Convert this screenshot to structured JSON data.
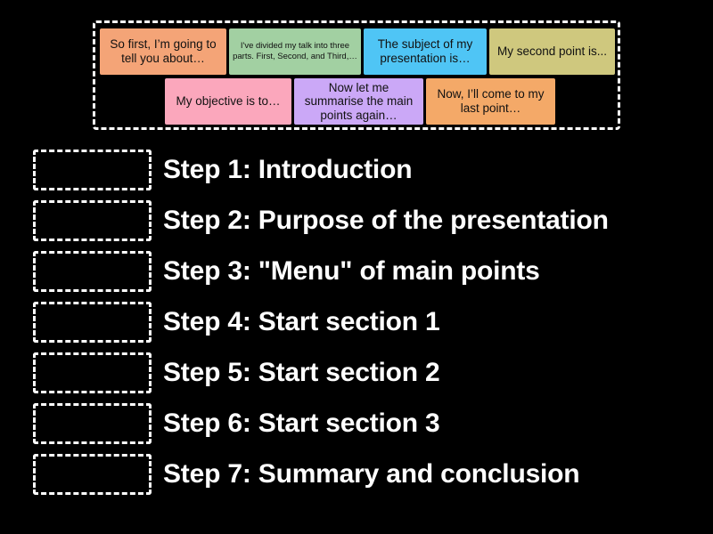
{
  "page": {
    "background_color": "#000000",
    "text_color": "#ffffff",
    "activity_type": "drag-and-drop-match-up"
  },
  "tile_bank": {
    "border_color": "#ffffff",
    "rows": [
      {
        "tiles": [
          {
            "id": "tile-1",
            "label": "So first, I’m going to tell you about…",
            "color": "#F4A477",
            "text_size": "normal"
          },
          {
            "id": "tile-2",
            "label": "I've divided my talk into three parts. First,   Second,   and Third,…",
            "color": "#A2D0A2",
            "text_size": "small"
          },
          {
            "id": "tile-3",
            "label": "The subject of my presentation is…",
            "color": "#4FC5F5",
            "text_size": "normal"
          },
          {
            "id": "tile-4",
            "label": "My second point is...",
            "color": "#CFC87E",
            "text_size": "normal"
          }
        ]
      },
      {
        "tiles": [
          {
            "id": "tile-5",
            "label": "My objective is to…",
            "color": "#FBA7BC",
            "text_size": "normal"
          },
          {
            "id": "tile-6",
            "label": "Now let me summarise the main points again…",
            "color": "#CBA8F7",
            "text_size": "normal"
          },
          {
            "id": "tile-7",
            "label": "Now, I’ll come to my last point…",
            "color": "#F4A968",
            "text_size": "normal"
          }
        ]
      }
    ]
  },
  "steps": [
    {
      "id": "step-1",
      "label": "Step 1: Introduction",
      "dropzone_empty": true
    },
    {
      "id": "step-2",
      "label": "Step 2: Purpose of the presentation",
      "dropzone_empty": true
    },
    {
      "id": "step-3",
      "label": "Step 3: \"Menu\" of main points",
      "dropzone_empty": true
    },
    {
      "id": "step-4",
      "label": "Step 4: Start section 1",
      "dropzone_empty": true
    },
    {
      "id": "step-5",
      "label": "Step 5: Start section 2",
      "dropzone_empty": true
    },
    {
      "id": "step-6",
      "label": "Step 6: Start section 3",
      "dropzone_empty": true
    },
    {
      "id": "step-7",
      "label": "Step 7: Summary and conclusion",
      "dropzone_empty": true
    }
  ]
}
